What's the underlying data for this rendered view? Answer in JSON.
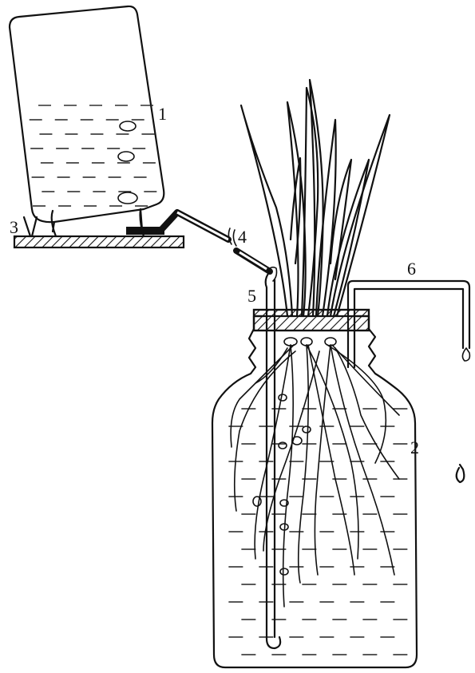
{
  "labels": {
    "supply_bottle": "1",
    "culture_jar": "2",
    "support_stand": "3",
    "rubber_tube": "4",
    "inlet_tube": "5",
    "outlet_tube": "6"
  },
  "colors": {
    "ink": "#111111",
    "background": "#ffffff"
  }
}
